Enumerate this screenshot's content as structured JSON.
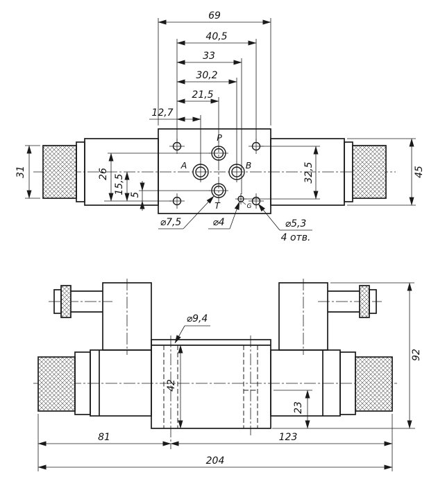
{
  "top_view": {
    "dims": {
      "overall_width": "69",
      "bolt_span_x": "40,5",
      "gauge_x": "33",
      "port_b_x": "30,2",
      "port_p_x": "21,5",
      "port_a_x": "12,7",
      "nut_height": "31",
      "port_p_y": "26",
      "port_ab_y": "15,5",
      "port_t_y": "5",
      "gauge_y": "32,5",
      "solenoid_dia": "45"
    },
    "labels": {
      "t_port_dia": "⌀7,5",
      "gauge_dia": "⌀4",
      "bolt_hole_dia": "⌀5,3",
      "bolt_hole_note": "4 отв.",
      "port_p": "P",
      "port_a": "A",
      "port_b": "B",
      "port_t": "T",
      "gauge": "G"
    }
  },
  "side_view": {
    "dims": {
      "hole_dia": "⌀9,4",
      "hole_depth": "42",
      "counterbore_depth": "23",
      "overall_height": "92",
      "left_span": "81",
      "right_span": "123",
      "overall_length": "204"
    }
  }
}
